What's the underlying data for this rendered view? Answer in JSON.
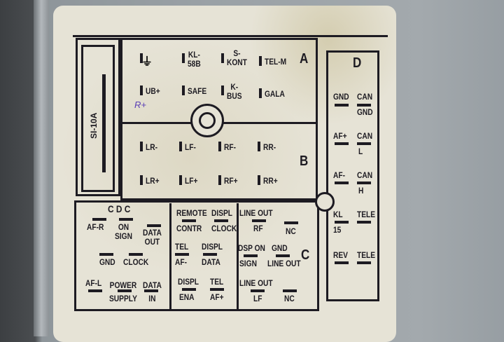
{
  "fuse": "SI-10A",
  "sections": {
    "a": "A",
    "b": "B",
    "c": "C",
    "d": "D"
  },
  "a_pins": [
    "KL-\n58B",
    "S-\nKONT",
    "TEL-M",
    "UB+",
    "SAFE",
    "K-\nBUS",
    "GALA"
  ],
  "ground_symbol": "ground",
  "b_pins": [
    "LR-",
    "LF-",
    "RF-",
    "RR-",
    "LR+",
    "LF+",
    "RF+",
    "RR+"
  ],
  "cdc_title": "C D C",
  "c1": [
    "AF-R",
    "ON\nSIGN",
    "DATA\nOUT",
    "GND",
    "CLOCK",
    "AF-L",
    "POWER\nSUPPLY",
    "DATA\nIN"
  ],
  "c2": [
    "REMOTE",
    "CONTR",
    "DISPL",
    "CLOCK",
    "TEL",
    "AF-",
    "DISPL",
    "DATA",
    "DISPL",
    "ENA",
    "TEL",
    "AF+"
  ],
  "c3": [
    "LINE OUT",
    "RF",
    "NC",
    "DSP ON",
    "SIGN",
    "GND",
    "LINE OUT",
    "LINE OUT",
    "LF",
    "NC"
  ],
  "d": [
    [
      "GND",
      ""
    ],
    [
      "CAN",
      "GND"
    ],
    [
      "AF+",
      ""
    ],
    [
      "CAN",
      "L"
    ],
    [
      "AF-",
      ""
    ],
    [
      "CAN",
      "H"
    ],
    [
      "KL",
      "15"
    ],
    [
      "TELE",
      ""
    ],
    [
      "REV",
      ""
    ],
    [
      "TELE",
      ""
    ]
  ],
  "handwriting": "R+"
}
